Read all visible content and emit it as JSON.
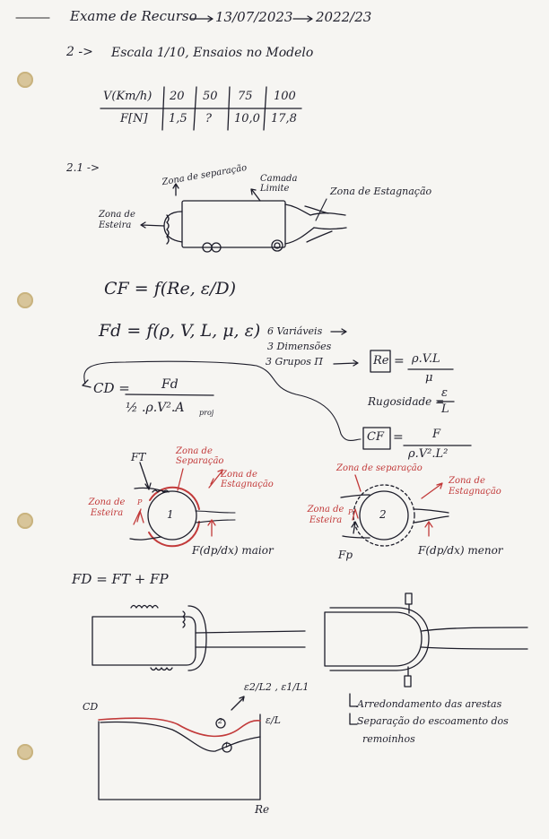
{
  "header": {
    "title": "Exame de Recurso",
    "date": "13/07/2023",
    "year": "2022/23"
  },
  "q2": {
    "marker": "2 ->",
    "statement": "Escala 1/10, Ensaios no Modelo"
  },
  "table": {
    "row1_label": "V(Km/h)",
    "row1_values": [
      "20",
      "50",
      "75",
      "100"
    ],
    "row2_label": "F[N]",
    "row2_values": [
      "1,5",
      "?",
      "10,0",
      "17,8"
    ]
  },
  "q21": {
    "marker": "2.1 ->",
    "labels": {
      "separacao": "Zona de separação",
      "camada": "Camada Limite",
      "estagnacao": "Zona de Estagnação",
      "esteira": "Zona de Esteira"
    }
  },
  "equations": {
    "cf": "CF = f(Re, ε/D)",
    "fd": "Fd = f(ρ, V, L, μ, ε)",
    "vars": "6 Variáveis",
    "dims": "3 Dimensões",
    "groups": "3 Grupos Π",
    "re_lhs": "Re",
    "re_num": "ρ.V.L",
    "re_den": "μ",
    "cd_lhs": "CD =",
    "cd_num": "Fd",
    "cd_den": "½ .ρ.V².A",
    "cd_sub": "proj",
    "rug_lhs": "Rugosidade =",
    "rug_num": "ε",
    "rug_den": "L",
    "cf_box": "CF",
    "cf_num": "F",
    "cf_den": "ρ.V².L²"
  },
  "circles": {
    "left": {
      "ft": "FT",
      "separacao": "Zona de Separação",
      "estagnacao": "Zona de Estagnação",
      "esteira": "Zona de Esteira",
      "p": "P",
      "num": "1",
      "force": "F(dp/dx) maior"
    },
    "right": {
      "separacao": "Zona de separação",
      "estagnacao": "Zona de Estagnação",
      "esteira": "Zona de Esteira",
      "p": "P",
      "fp": "Fp",
      "num": "2",
      "force": "F(dp/dx) menor"
    }
  },
  "fd_sum": "FD = FT + FP",
  "graph": {
    "ylabel": "CD",
    "xlabel": "Re",
    "ratio1": "ε2/L2 , ε1/L1",
    "ratio2": "ε/L",
    "curve1": "1",
    "curve2": "2"
  },
  "notes": {
    "line1": "Arredondamento das arestas",
    "line2": "Separação do escoamento dos",
    "line3": "remoinhos"
  },
  "colors": {
    "ink": "#1d1d2a",
    "red": "#c23a3a"
  }
}
